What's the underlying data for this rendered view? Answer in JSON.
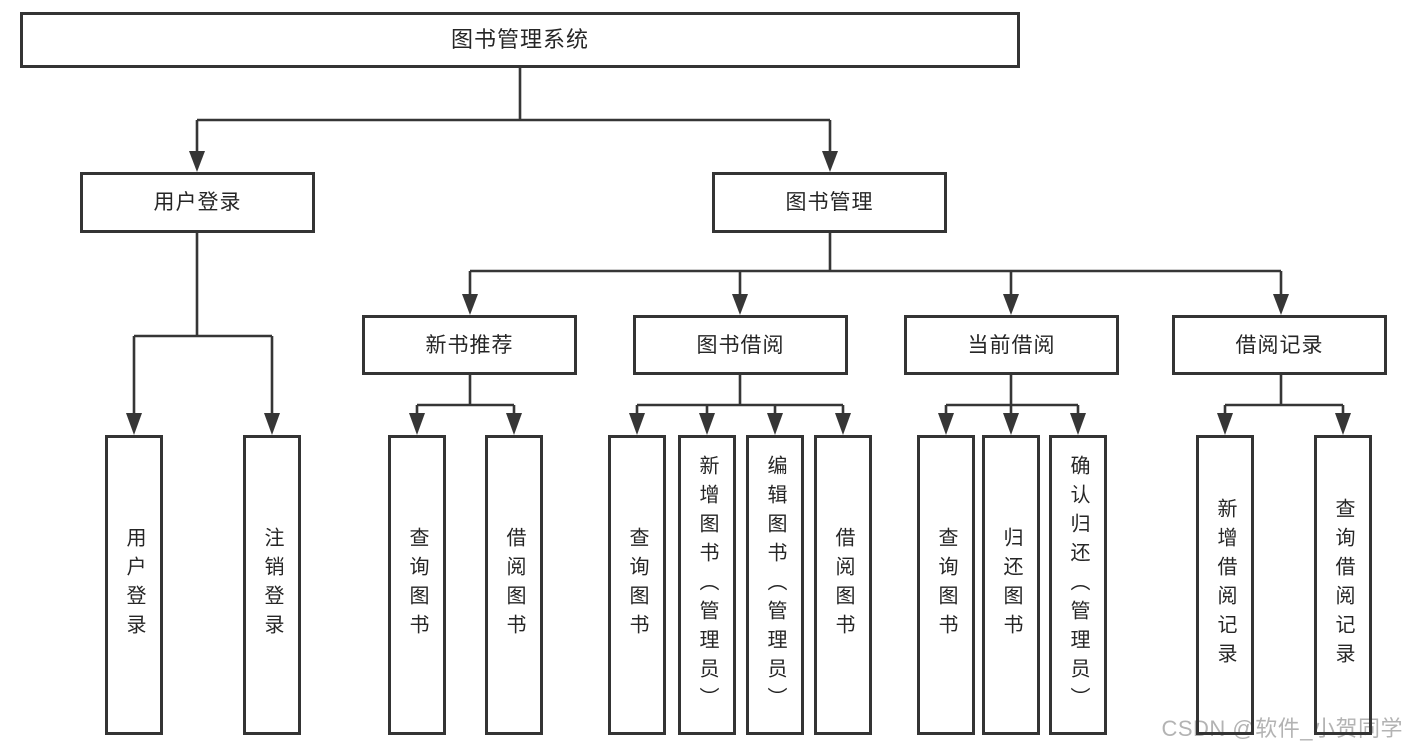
{
  "colors": {
    "background": "#ffffff",
    "line": "#363636",
    "box_border": "#343434",
    "text": "#262626",
    "watermark": "#b3b3b3"
  },
  "watermark": {
    "text": "CSDN @软件_小贺同学"
  },
  "tree": {
    "root": {
      "label": "图书管理系统"
    },
    "level2": [
      {
        "label": "用户登录"
      },
      {
        "label": "图书管理"
      }
    ],
    "level3": [
      {
        "label": "新书推荐",
        "parent": "图书管理"
      },
      {
        "label": "图书借阅",
        "parent": "图书管理"
      },
      {
        "label": "当前借阅",
        "parent": "图书管理"
      },
      {
        "label": "借阅记录",
        "parent": "图书管理"
      }
    ],
    "leaves": [
      {
        "label": "用户登录",
        "parent": "用户登录"
      },
      {
        "label": "注销登录",
        "parent": "用户登录"
      },
      {
        "label": "查询图书",
        "parent": "新书推荐"
      },
      {
        "label": "借阅图书",
        "parent": "新书推荐"
      },
      {
        "label": "查询图书",
        "parent": "图书借阅"
      },
      {
        "label": "新增图书（管理员）",
        "parent": "图书借阅"
      },
      {
        "label": "编辑图书（管理员）",
        "parent": "图书借阅"
      },
      {
        "label": "借阅图书",
        "parent": "图书借阅"
      },
      {
        "label": "查询图书",
        "parent": "当前借阅"
      },
      {
        "label": "归还图书",
        "parent": "当前借阅"
      },
      {
        "label": "确认归还（管理员）",
        "parent": "当前借阅"
      },
      {
        "label": "新增借阅记录",
        "parent": "借阅记录"
      },
      {
        "label": "查询借阅记录",
        "parent": "借阅记录"
      }
    ]
  }
}
